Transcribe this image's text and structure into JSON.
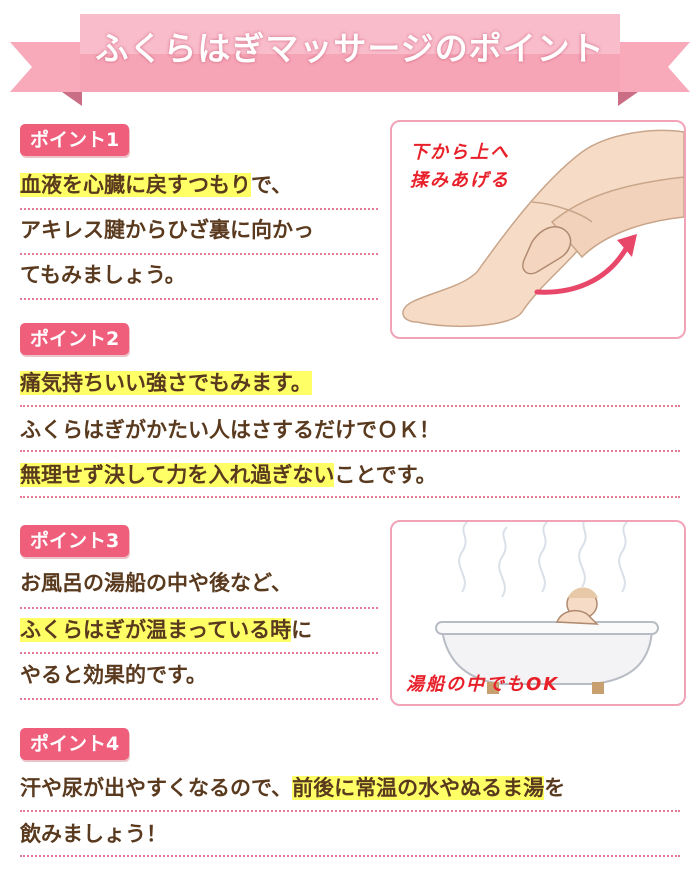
{
  "title": "ふくらはぎマッサージのポイント",
  "colors": {
    "accent": "#ef5f7c",
    "highlight": "#ffff66",
    "text": "#5a3a1e",
    "note": "#e8202a"
  },
  "points": [
    {
      "badge": "ポイント1",
      "lines": [
        {
          "hl": "血液を心臓に戻すつもり",
          "rest": "で、"
        },
        {
          "hl": "",
          "rest": "アキレス腱からひざ裏に向かっ"
        },
        {
          "hl": "",
          "rest": "てもみましょう。"
        }
      ]
    },
    {
      "badge": "ポイント2",
      "lines": [
        {
          "hl": "痛気持ちいい強さでもみます。",
          "rest": ""
        },
        {
          "hl": "",
          "rest": "ふくらはぎがかたい人はさするだけでＯＫ！"
        },
        {
          "hl": "無理せず決して力を入れ過ぎない",
          "rest": "ことです。"
        }
      ]
    },
    {
      "badge": "ポイント3",
      "lines": [
        {
          "hl": "",
          "rest": "お風呂の湯船の中や後など、"
        },
        {
          "hl": "ふくらはぎが温まっている時",
          "rest": "に"
        },
        {
          "hl": "",
          "rest": "やると効果的です。"
        }
      ]
    },
    {
      "badge": "ポイント4",
      "lines": [
        {
          "pre": "汗や尿が出やすくなるので、",
          "hl": "前後に常温の水やぬるま湯",
          "rest": "を"
        },
        {
          "hl": "",
          "rest": "飲みましょう！"
        }
      ]
    }
  ],
  "illustrations": {
    "leg": {
      "icon": "leg-massage-illustration",
      "note_line1": "下から上へ",
      "note_line2": "揉みあげる"
    },
    "bath": {
      "icon": "bathtub-illustration",
      "note": "湯船の中でもOK"
    }
  }
}
